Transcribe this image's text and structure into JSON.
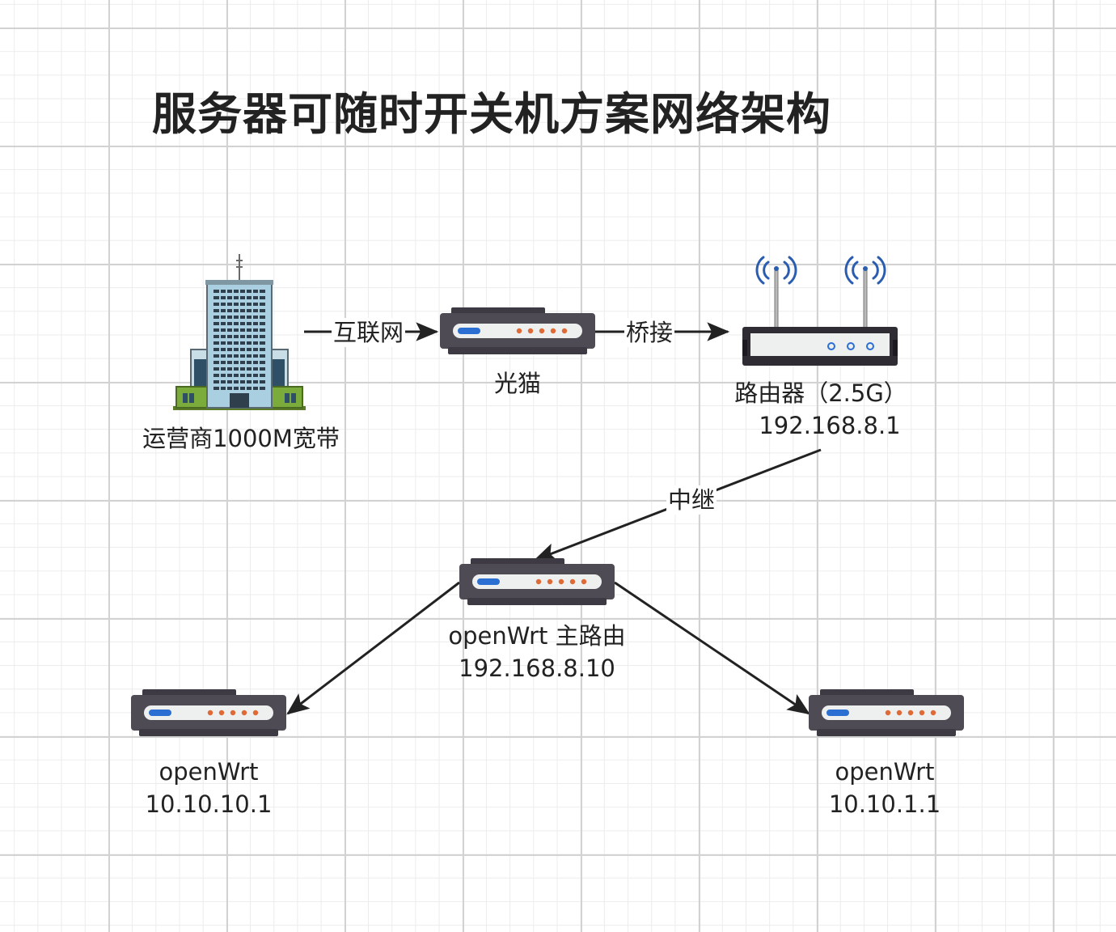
{
  "title": "服务器可随时开关机方案网络架构",
  "nodes": {
    "isp": {
      "label": "运营商1000M宽带"
    },
    "modem": {
      "label": "光猫"
    },
    "router": {
      "label_line1": "路由器（2.5G）",
      "label_line2": "192.168.8.1"
    },
    "main_router": {
      "label_line1": "openWrt 主路由",
      "label_line2": "192.168.8.10"
    },
    "left_router": {
      "label_line1": "openWrt",
      "label_line2": "10.10.10.1"
    },
    "right_router": {
      "label_line1": "openWrt",
      "label_line2": "10.10.1.1"
    }
  },
  "edges": {
    "isp_modem": "互联网",
    "modem_router": "桥接",
    "router_main": "中继"
  },
  "colors": {
    "device_body": "#4f4b55",
    "device_panel": "#eef0f0",
    "led_blue": "#2a6fd1",
    "led_orange": "#e06a36",
    "wifi_blue": "#2a5db0",
    "building_glass": "#a9cfe0",
    "building_green": "#7bab3a",
    "line": "#222222"
  }
}
